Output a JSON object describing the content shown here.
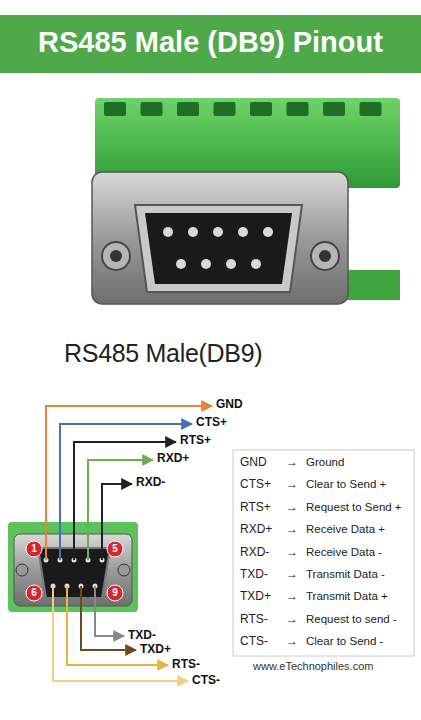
{
  "diagram": {
    "title": "RS485 Male (DB9) Pinout",
    "caption": "RS485 Male(DB9)",
    "labels": [
      "GND",
      "CTS+",
      "RTS+",
      "RXD+",
      "RXD-",
      "1",
      "5",
      "6",
      "9",
      "TXD-",
      "TXD+",
      "RTS-",
      "CTS-",
      "GND",
      "→",
      "Ground",
      "CTS+",
      "→",
      "Clear to Send +",
      "RTS+",
      "→",
      "Request to Send +",
      "RXD+",
      "→",
      "Receive Data +",
      "RXD-",
      "→",
      "Receive Data -",
      "TXD-",
      "→",
      "Transmit Data -",
      "TXD+",
      "→",
      "Transmit Data +",
      "RTS-",
      "→",
      "Request to send -",
      "CTS-",
      "→",
      "Clear to Send -",
      "www.eTechnophiles.com"
    ]
  }
}
